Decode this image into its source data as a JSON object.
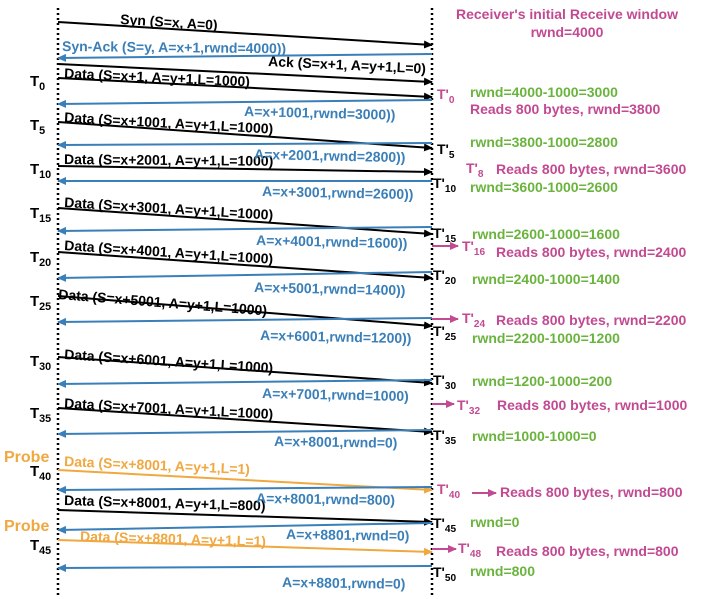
{
  "colors": {
    "black": "#000000",
    "blue": "#3a7fb8",
    "orange": "#f0a840",
    "magenta": "#c24a92",
    "green": "#6ab43e"
  },
  "header": {
    "line1": "Receiver's initial Receive window",
    "line2": "rwnd=4000"
  },
  "handshake": {
    "syn": "Syn (S=x, A=0)",
    "synack": "Syn-Ack (S=y, A=x+1,rwnd=4000))",
    "ack": "Ack (S=x+1, A=y+1,L=0)"
  },
  "sender_times": [
    {
      "base": "T",
      "sub": "0"
    },
    {
      "base": "T",
      "sub": "5"
    },
    {
      "base": "T",
      "sub": "10"
    },
    {
      "base": "T",
      "sub": "15"
    },
    {
      "base": "T",
      "sub": "20"
    },
    {
      "base": "T",
      "sub": "25"
    },
    {
      "base": "T",
      "sub": "30"
    },
    {
      "base": "T",
      "sub": "35"
    },
    {
      "base": "T",
      "sub": "40"
    },
    {
      "base": "T",
      "sub": "45"
    }
  ],
  "probe_labels": [
    "Probe",
    "Probe"
  ],
  "data_segments": [
    "Data (S=x+1, A=y+1,L=1000)",
    "Data (S=x+1001, A=y+1,L=1000)",
    "Data (S=x+2001, A=y+1,L=1000)",
    "Data (S=x+3001, A=y+1,L=1000)",
    "Data (S=x+4001, A=y+1,L=1000)",
    "Data (S=x+5001, A=y+1,L=1000)",
    "Data (S=x+6001, A=y+1,L=1000)",
    "Data (S=x+7001, A=y+1,L=1000)",
    "Data (S=x+8001, A=y+1,L=1)",
    "Data (S=x+8001, A=y+1,L=800)",
    "Data (S=x+8801, A=y+1,L=1)"
  ],
  "acks": [
    "A=x+1001,rwnd=3000))",
    "A=x+2001,rwnd=2800))",
    "A=x+3001,rwnd=2600))",
    "A=x+4001,rwnd=1600))",
    "A=x+5001,rwnd=1400))",
    "A=x+6001,rwnd=1200))",
    "A=x+7001,rwnd=1000)",
    "A=x+8001,rwnd=0)",
    "A=x+8001,rwnd=800)",
    "A=x+8801,rwnd=0)",
    "A=x+8801,rwnd=0)"
  ],
  "receiver_times": [
    {
      "base": "T'",
      "sub": "0"
    },
    {
      "base": "T'",
      "sub": "5"
    },
    {
      "base": "T'",
      "sub": "8"
    },
    {
      "base": "T'",
      "sub": "10"
    },
    {
      "base": "T'",
      "sub": "15"
    },
    {
      "base": "T'",
      "sub": "16"
    },
    {
      "base": "T'",
      "sub": "20"
    },
    {
      "base": "T'",
      "sub": "24"
    },
    {
      "base": "T'",
      "sub": "25"
    },
    {
      "base": "T'",
      "sub": "30"
    },
    {
      "base": "T'",
      "sub": "32"
    },
    {
      "base": "T'",
      "sub": "35"
    },
    {
      "base": "T'",
      "sub": "40"
    },
    {
      "base": "T'",
      "sub": "45"
    },
    {
      "base": "T'",
      "sub": "48"
    },
    {
      "base": "T'",
      "sub": "50"
    }
  ],
  "rwnd_calcs": [
    "rwnd=4000-1000=3000",
    "rwnd=3800-1000=2800",
    "rwnd=3600-1000=2600",
    "rwnd=2600-1000=1600",
    "rwnd=2400-1000=1400",
    "rwnd=2200-1000=1200",
    "rwnd=1200-1000=200",
    "rwnd=1000-1000=0",
    "rwnd=0",
    "rwnd=800"
  ],
  "reads": [
    "Reads 800 bytes, rwnd=3800",
    "Reads 800 bytes, rwnd=3600",
    "Reads 800 bytes, rwnd=2400",
    "Reads 800 bytes, rwnd=2200",
    "Reads 800 bytes, rwnd=1000",
    "Reads 800 bytes, rwnd=800",
    "Reads 800 bytes, rwnd=800"
  ]
}
